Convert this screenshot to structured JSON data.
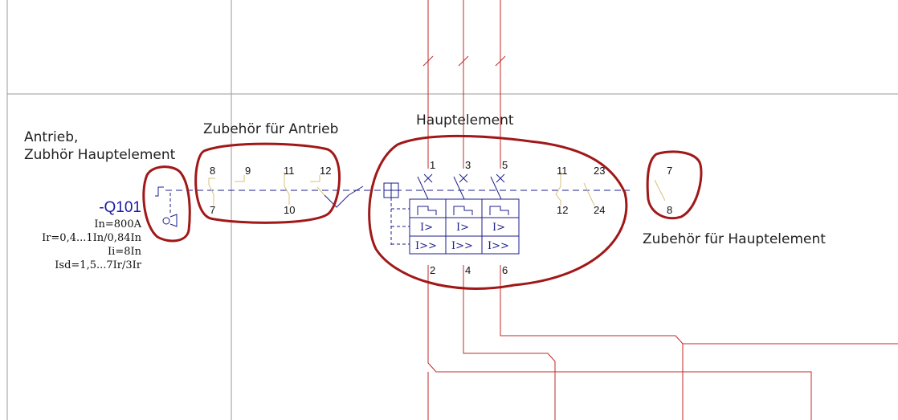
{
  "annotations": {
    "drive_accessories": "Zubehör für Antrieb",
    "main_element": "Hauptelement",
    "drive_line1": "Antrieb,",
    "drive_line2": "Zubhör Hauptelement",
    "main_accessories": "Zubehör für Hauptelement"
  },
  "device": {
    "tag": "-Q101",
    "params": [
      "In=800A",
      "Ir=0,4...1In/0,84In",
      "Ii=8In",
      "Isd=1,5...7Ir/3Ir"
    ]
  },
  "terminals": {
    "drive_top": [
      "8",
      "9",
      "11",
      "12"
    ],
    "drive_bottom": [
      "7",
      "10"
    ],
    "main_top": [
      "1",
      "3",
      "5"
    ],
    "main_bottom": [
      "2",
      "4",
      "6"
    ],
    "aux_top": [
      "11",
      "23"
    ],
    "aux_bottom": [
      "12",
      "24"
    ],
    "extra_top": "7",
    "extra_bottom": "8"
  },
  "trip_units": [
    "I>",
    "I>",
    "I>",
    "I>>",
    "I>>",
    "I>>"
  ],
  "colors": {
    "wire": "#c0282a",
    "symbol": "#1e1e8c",
    "tag": "#1a1aa6",
    "highlight": "#a01818",
    "grid": "#9a9a9a",
    "contact": "#d8c078"
  }
}
